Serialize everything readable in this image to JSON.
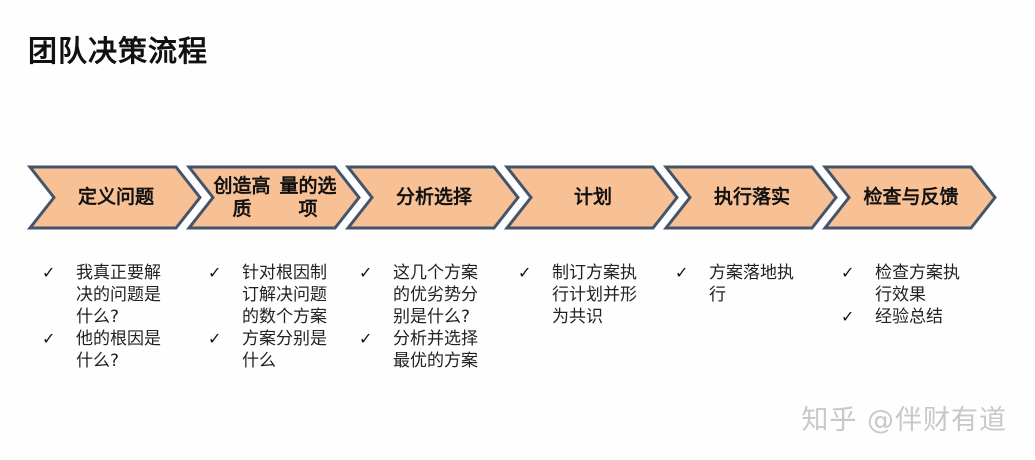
{
  "title": "团队决策流程",
  "steps": [
    {
      "label_lines": [
        "定义问题"
      ]
    },
    {
      "label_lines": [
        "创造高质",
        "量的选项"
      ]
    },
    {
      "label_lines": [
        "分析选择"
      ]
    },
    {
      "label_lines": [
        "计划"
      ]
    },
    {
      "label_lines": [
        "执行落实"
      ]
    },
    {
      "label_lines": [
        "检查与反",
        "馈"
      ]
    }
  ],
  "details": [
    {
      "items": [
        [
          "我真正要解",
          "决的问题是",
          "什么?"
        ],
        [
          "他的根因是",
          "什么?"
        ]
      ]
    },
    {
      "items": [
        [
          "针对根因制",
          "订解决问题",
          "的数个方案"
        ],
        [
          "方案分别是",
          "什么"
        ]
      ]
    },
    {
      "items": [
        [
          "这几个方案",
          "的优劣势分",
          "别是什么?"
        ],
        [
          "分析并选择",
          "最优的方案"
        ]
      ]
    },
    {
      "items": [
        [
          "制订方案执",
          "行计划并形",
          "为共识"
        ]
      ]
    },
    {
      "items": [
        [
          "方案落地执",
          "行"
        ]
      ]
    },
    {
      "items": [
        [
          "检查方案执",
          "行效果"
        ],
        [
          "经验总结"
        ]
      ]
    }
  ],
  "check_glyph": "✓",
  "watermark": "知乎 @伴财有道",
  "colors": {
    "arrow_fill": "#f8c195",
    "arrow_stroke": "#44546a",
    "text": "#111111",
    "watermark": "#c8c8c8"
  }
}
